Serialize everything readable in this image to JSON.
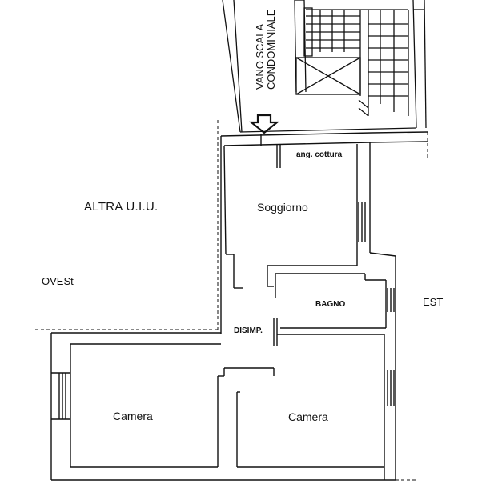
{
  "labels": {
    "stair": [
      "VANO SCALA",
      "CONDOMINIALE"
    ],
    "neighbor": "ALTRA U.I.U.",
    "west": "OVESt",
    "east": "EST",
    "kitchen": "ang. cottura",
    "living": "Soggiorno",
    "bathroom": "BAGNO",
    "hall": "DISIMP.",
    "bedroom_left": "Camera",
    "bedroom_right": "Camera"
  },
  "colors": {
    "line": "#111111",
    "background": "#ffffff"
  }
}
